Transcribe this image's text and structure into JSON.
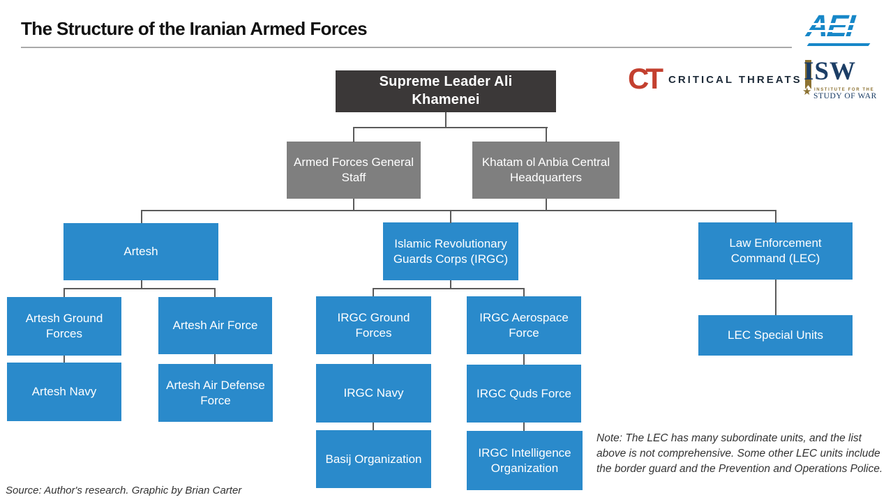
{
  "header": {
    "title": "The Structure of the Iranian Armed Forces",
    "logos": {
      "aei": "AEI",
      "ct_abbr": "CT",
      "ct_name": "CRITICAL THREATS",
      "isw_abbr": "ISW",
      "isw_line1": "INSTITUTE FOR THE",
      "isw_line2": "STUDY OF WAR"
    }
  },
  "org": {
    "nodes": {
      "supreme": {
        "label": "Supreme Leader Ali Khamenei",
        "tier": "dark"
      },
      "afgs": {
        "label": "Armed Forces General Staff",
        "tier": "gray"
      },
      "khatam": {
        "label": "Khatam ol Anbia Central Headquarters",
        "tier": "gray"
      },
      "artesh": {
        "label": "Artesh",
        "tier": "blue"
      },
      "irgc": {
        "label": "Islamic Revolutionary Guards Corps (IRGC)",
        "tier": "blue"
      },
      "lec": {
        "label": "Law Enforcement Command (LEC)",
        "tier": "blue"
      },
      "artesh_ground": {
        "label": "Artesh Ground Forces",
        "tier": "blue"
      },
      "artesh_air": {
        "label": "Artesh Air Force",
        "tier": "blue"
      },
      "artesh_navy": {
        "label": "Artesh Navy",
        "tier": "blue"
      },
      "artesh_air_defense": {
        "label": "Artesh Air Defense Force",
        "tier": "blue"
      },
      "irgc_ground": {
        "label": "IRGC Ground Forces",
        "tier": "blue"
      },
      "irgc_aerospace": {
        "label": "IRGC Aerospace Force",
        "tier": "blue"
      },
      "irgc_navy": {
        "label": "IRGC Navy",
        "tier": "blue"
      },
      "irgc_quds": {
        "label": "IRGC Quds Force",
        "tier": "blue"
      },
      "basij": {
        "label": "Basij Organization",
        "tier": "blue"
      },
      "irgc_intel": {
        "label": "IRGC Intelligence Organization",
        "tier": "blue"
      },
      "lec_special": {
        "label": "LEC Special Units",
        "tier": "blue"
      }
    },
    "edges": [
      [
        "supreme",
        "afgs"
      ],
      [
        "supreme",
        "khatam"
      ],
      [
        "afgs",
        "artesh"
      ],
      [
        "afgs",
        "irgc"
      ],
      [
        "khatam",
        "irgc"
      ],
      [
        "khatam",
        "lec"
      ],
      [
        "artesh",
        "artesh_ground"
      ],
      [
        "artesh",
        "artesh_air"
      ],
      [
        "artesh_ground",
        "artesh_navy"
      ],
      [
        "artesh_air",
        "artesh_air_defense"
      ],
      [
        "irgc",
        "irgc_ground"
      ],
      [
        "irgc",
        "irgc_aerospace"
      ],
      [
        "irgc_ground",
        "irgc_navy"
      ],
      [
        "irgc_navy",
        "basij"
      ],
      [
        "irgc_aerospace",
        "irgc_quds"
      ],
      [
        "irgc_quds",
        "irgc_intel"
      ],
      [
        "lec",
        "lec_special"
      ]
    ]
  },
  "notes": {
    "note": "Note: The LEC has many subordinate units, and the list above is not comprehensive.  Some other LEC units include the border guard and the Prevention and Operations Police.",
    "source": "Source: Author's research.  Graphic by Brian Carter"
  },
  "colors": {
    "box_dark": "#3b3838",
    "box_gray": "#7f7f7f",
    "box_blue": "#2a8acb",
    "connector": "#5b5b5b",
    "aei_blue": "#1787c8",
    "ct_red": "#c3402f",
    "ct_navy": "#1e2b39",
    "isw_navy": "#1c3e66",
    "isw_gold": "#8c7232"
  }
}
